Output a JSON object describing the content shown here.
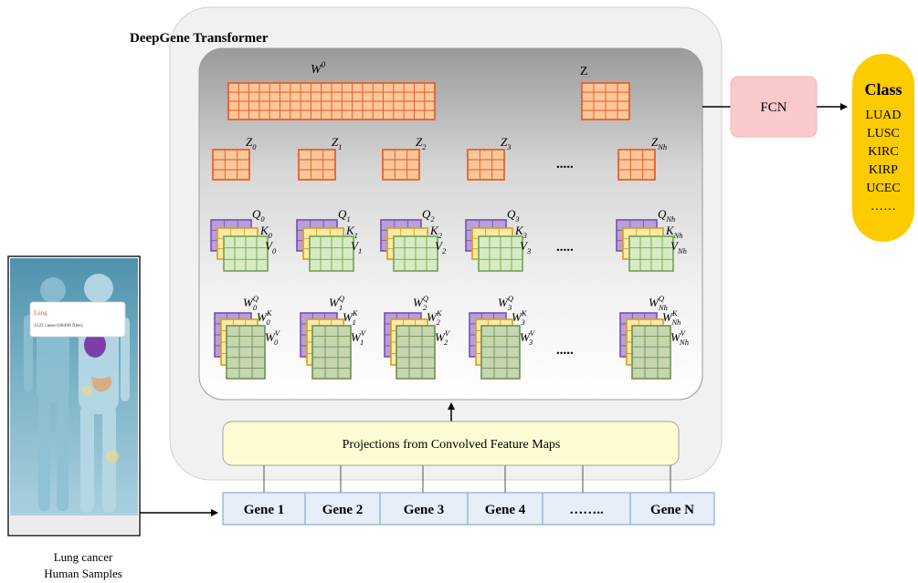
{
  "title": "DeepGene Transformer",
  "top_row": {
    "w0": "W",
    "w0_sup": "0",
    "z": "Z"
  },
  "heads": [
    {
      "z": "Z",
      "z_sub": "0",
      "q": "Q",
      "q_sub": "0",
      "k": "K",
      "k_sub": "0",
      "v": "V",
      "v_sub": "0",
      "wq": "W",
      "wq_sup": "Q",
      "wq_sub": "0",
      "wk": "W",
      "wk_sup": "K",
      "wk_sub": "0",
      "wv": "W",
      "wv_sup": "V",
      "wv_sub": "0"
    },
    {
      "z": "Z",
      "z_sub": "1",
      "q": "Q",
      "q_sub": "1",
      "k": "K",
      "k_sub": "1",
      "v": "V",
      "v_sub": "1",
      "wq": "W",
      "wq_sup": "Q",
      "wq_sub": "1",
      "wk": "W",
      "wk_sup": "K",
      "wk_sub": "1",
      "wv": "W",
      "wv_sup": "V",
      "wv_sub": "1"
    },
    {
      "z": "Z",
      "z_sub": "2",
      "q": "Q",
      "q_sub": "2",
      "k": "K",
      "k_sub": "2",
      "v": "V",
      "v_sub": "2",
      "wq": "W",
      "wq_sup": "Q",
      "wq_sub": "2",
      "wk": "W",
      "wk_sup": "K",
      "wk_sub": "2",
      "wv": "W",
      "wv_sup": "V",
      "wv_sub": "2"
    },
    {
      "z": "Z",
      "z_sub": "3",
      "q": "Q",
      "q_sub": "3",
      "k": "K",
      "k_sub": "3",
      "v": "V",
      "v_sub": "3",
      "wq": "W",
      "wq_sup": "Q",
      "wq_sub": "3",
      "wk": "W",
      "wk_sup": "K",
      "wk_sub": "3",
      "wv": "W",
      "wv_sup": "V",
      "wv_sub": "3"
    },
    {
      "z": "Z",
      "z_sub": "Nh",
      "q": "Q",
      "q_sub": "Nh",
      "k": "K",
      "k_sub": "Nh",
      "v": "V",
      "v_sub": "Nh",
      "wq": "W",
      "wq_sup": "Q",
      "wq_sub": "Nh",
      "wk": "W",
      "wk_sup": "K",
      "wk_sub": "Nh",
      "wv": "W",
      "wv_sup": "V",
      "wv_sub": "Nh"
    }
  ],
  "ellipsis": ".....",
  "fcn": "FCN",
  "class_box": {
    "title": "Class",
    "items": [
      "LUAD",
      "LUSC",
      "KIRC",
      "KIRP",
      "UCEC",
      "……"
    ]
  },
  "projection_label": "Projections from Convolved Feature Maps",
  "genes": [
    "Gene 1",
    "Gene 2",
    "Gene 3",
    "Gene 4",
    "……..",
    "Gene N"
  ],
  "sample_card": {
    "organ": "Lung",
    "stats": "1122 cases (60498 files)"
  },
  "caption": {
    "line1": "Lung cancer",
    "line2": "Human Samples"
  },
  "colors": {
    "orange_fill": "#fbc79a",
    "orange_stroke": "#e8541f",
    "purple_fill": "#b7a0d8",
    "purple_stroke": "#7a4fb2",
    "yellow_fill": "#fde9a6",
    "yellow_stroke": "#d4a019",
    "green_fill": "#d6ebc3",
    "green_stroke": "#6fa44c",
    "olive_fill": "#c5d6b0",
    "olive_stroke": "#6f8f4f",
    "fcn_fill": "#f9c9cc",
    "class_fill": "#fccb00",
    "proj_fill": "#fdfbd3",
    "gene_fill": "#e6eef8",
    "gene_stroke": "#6f9ccf"
  }
}
